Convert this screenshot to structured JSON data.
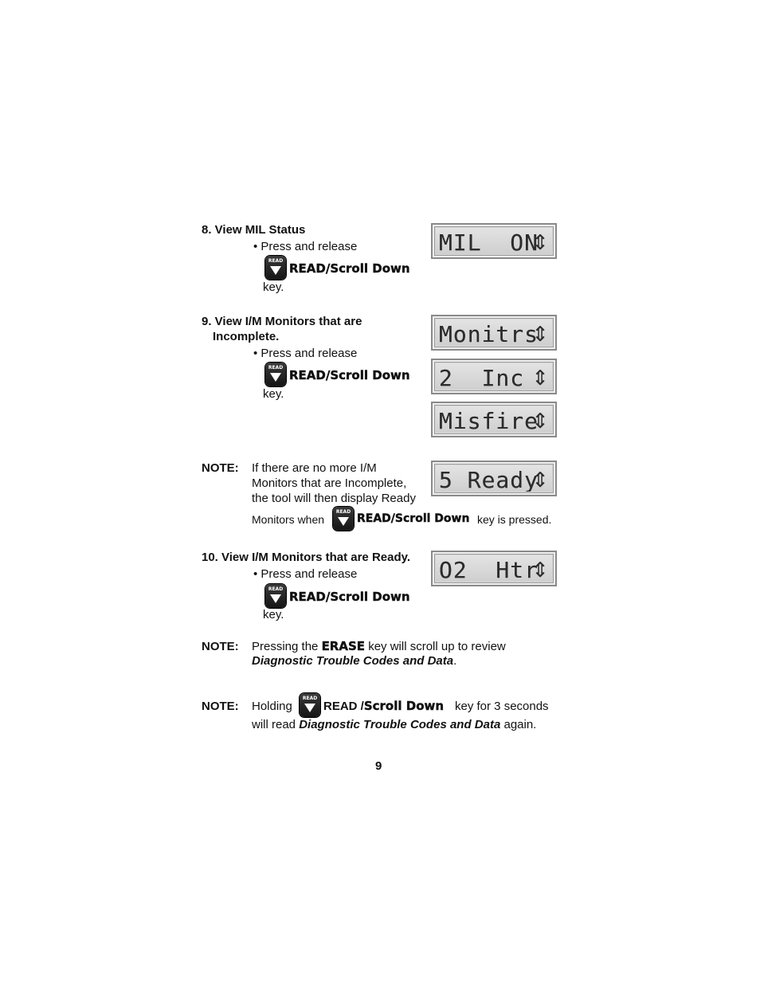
{
  "section8": {
    "heading": "8. View MIL Status",
    "bullet": "• Press and release",
    "key_label": "READ/Scroll  Down",
    "key_word": "key."
  },
  "section9": {
    "heading_line1": "9. View I/M Monitors that are",
    "heading_line2": "Incomplete.",
    "bullet": "• Press and release",
    "key_label": "READ/Scroll  Down",
    "key_word": "key."
  },
  "note1": {
    "label": "NOTE:",
    "line1": "If there are no more I/M",
    "line2": "Monitors that are Incomplete,",
    "line3": "the tool will then display Ready",
    "line4_pre": "Monitors when",
    "key_label": "READ/Scroll Down",
    "line4_post": "key is pressed."
  },
  "section10": {
    "heading": "10. View I/M Monitors that are Ready.",
    "bullet": "• Press and release",
    "key_label": "READ/Scroll  Down",
    "key_word": "key."
  },
  "note2": {
    "label": "NOTE:",
    "pre": "Pressing the",
    "key": "ERASE",
    "post": "key will scroll up to review",
    "line2": "Diagnostic Trouble Codes and Data",
    "line2_end": "."
  },
  "note3": {
    "label": "NOTE:",
    "pre": "Holding",
    "key_a": "READ /",
    "key_b": "Scroll Down",
    "post": "key for 3 seconds",
    "line2_pre": "will read",
    "line2_em": "Diagnostic Trouble Codes and Data",
    "line2_post": "again."
  },
  "button_label": "READ",
  "lcd": {
    "mil_on": "MIL  ON",
    "monitrs": "Monitrs",
    "inc": "2  Inc",
    "misfire": "Misfire",
    "ready": "5 Ready",
    "htr": "O2  Htr",
    "arrow": "⇕"
  },
  "page_number": "9"
}
